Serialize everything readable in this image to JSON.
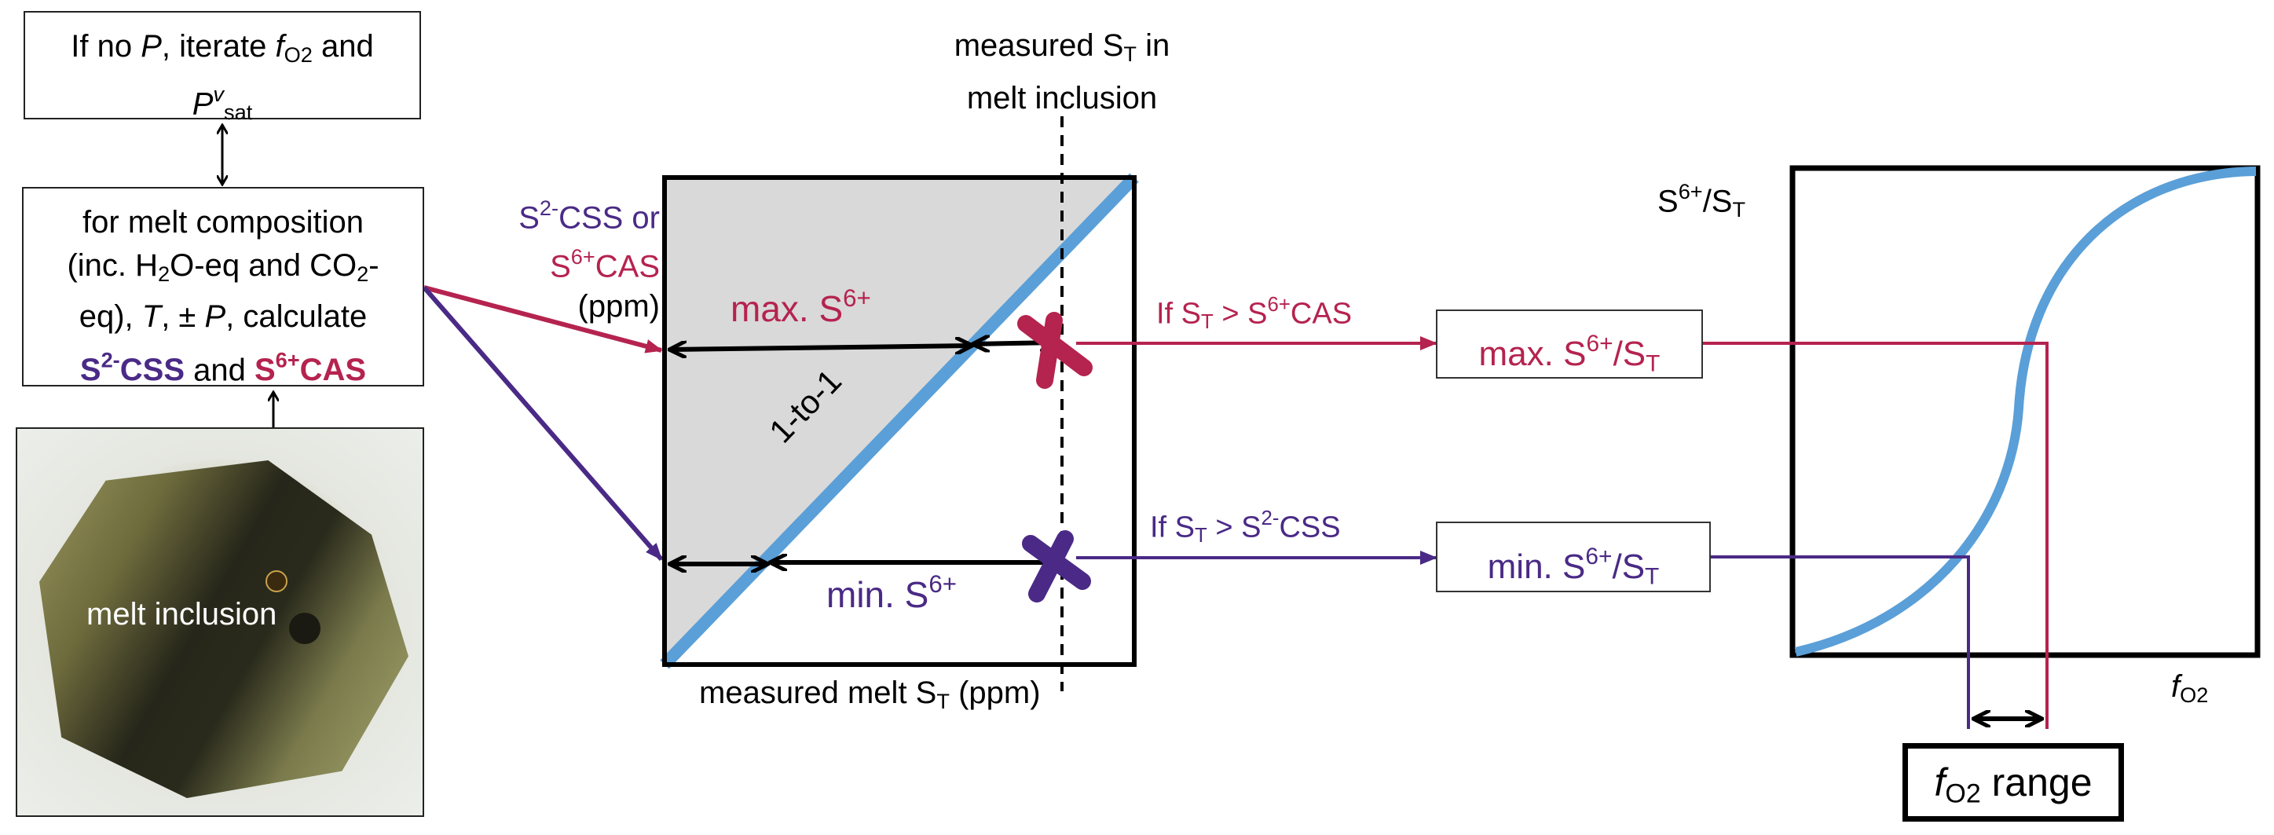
{
  "colors": {
    "purple": "#4a2a86",
    "crimson": "#b5234f",
    "blue": "#5a9fd8",
    "shade": "#d9d9d9"
  },
  "top_box": {
    "l1a": "If no ",
    "l1P": "P",
    "l1b": ", iterate ",
    "l1f": "f",
    "l1fs": "O2",
    "l1c": " and",
    "l2P": "P",
    "l2sup": "v",
    "l2sub": "sat"
  },
  "calc_box": {
    "l1": "for melt composition",
    "l2a": "(inc. H",
    "l2s1": "2",
    "l2b": "O-eq and CO",
    "l2s2": "2",
    "l2c": "-",
    "l3a": "eq), ",
    "l3T": "T",
    "l3b": ", ± ",
    "l3P": "P",
    "l3c": ", calculate",
    "l4a": "S",
    "l4as": "2-",
    "l4b": "CSS",
    "l4c": " and ",
    "l4d": "S",
    "l4ds": "6+",
    "l4e": "CAS"
  },
  "photo_label": "melt inclusion",
  "yaxis": {
    "a": "S",
    "as": "2-",
    "b": "CSS or",
    "c": "S",
    "cs": "6+",
    "d": "CAS",
    "e": "(ppm)"
  },
  "measured_top": {
    "l1a": "measured S",
    "l1s": "T",
    "l1b": " in",
    "l2": "melt inclusion"
  },
  "max_s6": {
    "a": "max. S",
    "s": "6+"
  },
  "min_s6": {
    "a": "min. S",
    "s": "6+"
  },
  "one_to_one": "1-to-1",
  "xaxis": {
    "a": "measured melt S",
    "s": "T",
    "b": " (ppm)"
  },
  "cond_cas": {
    "a": "If S",
    "as": "T",
    "b": " > S",
    "bs": "6+",
    "c": "CAS"
  },
  "cond_css": {
    "a": "If S",
    "as": "T",
    "b": " > S",
    "bs": "2-",
    "c": "CSS"
  },
  "max_box": {
    "a": "max. S",
    "as": "6+",
    "b": "/S",
    "bs": "T"
  },
  "min_box": {
    "a": "min. S",
    "as": "6+",
    "b": "/S",
    "bs": "T"
  },
  "right_y": {
    "a": "S",
    "as": "6+",
    "b": "/S",
    "bs": "T"
  },
  "right_x": {
    "a": "f",
    "s": "O2"
  },
  "range_box": {
    "a": "f",
    "s": "O2",
    "b": " range"
  }
}
